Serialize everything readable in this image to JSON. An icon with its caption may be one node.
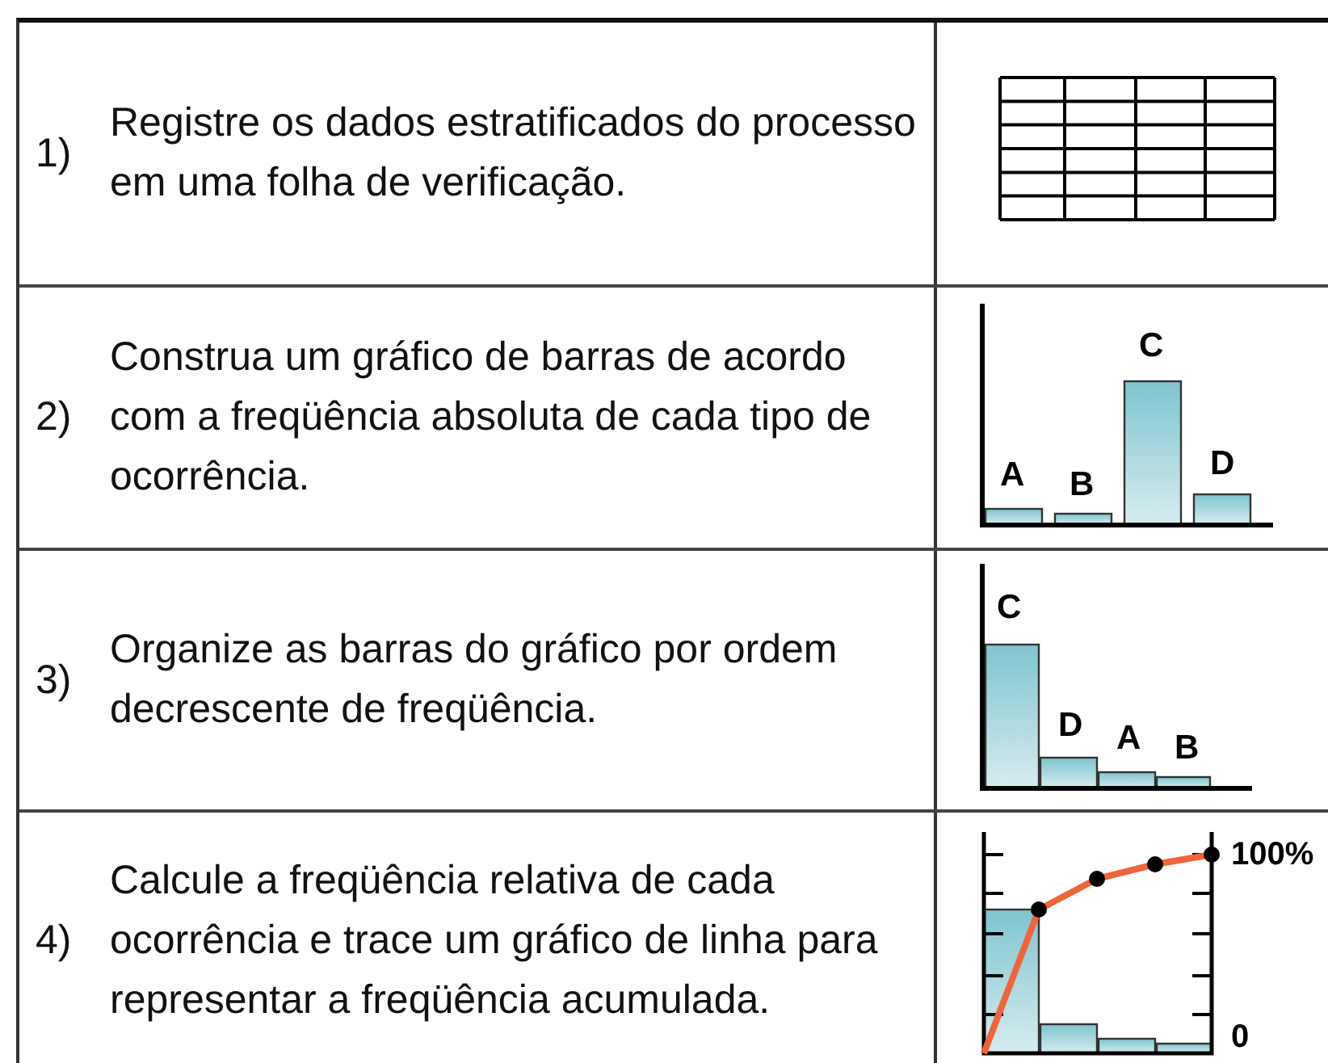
{
  "diagram": {
    "labels": [
      "1)",
      "Registre os dados estratificados do processo em uma folha de verificação.",
      "2)",
      "Construa um gráfico de barras de acordo com a freqüência absoluta de cada tipo de ocorrência.",
      "A",
      "B",
      "C",
      "D",
      "3)",
      "Organize as barras do gráfico por ordem decrescente de freqüência.",
      "C",
      "D",
      "A",
      "B",
      "4)",
      "Calcule a freqüência relativa de cada ocorrência e trace um gráfico de linha para representar a freqüência acumulada.",
      "100%",
      "0"
    ]
  }
}
